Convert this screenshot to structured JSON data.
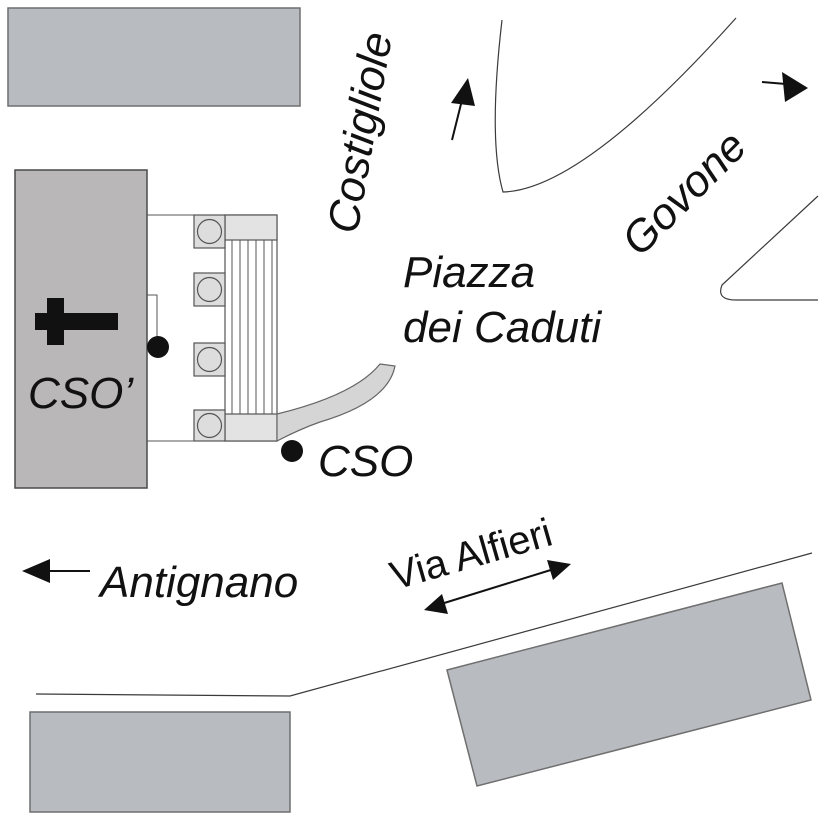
{
  "map": {
    "labels": {
      "costigliole": "Costigliole",
      "govone": "Govone",
      "piazza_line1": "Piazza",
      "piazza_line2": "dei Caduti",
      "cso_prime": "CSO’",
      "cso": "CSO",
      "antignano": "Antignano",
      "via_alfieri": "Via Alfieri"
    },
    "symbols": {
      "church": "cross-icon",
      "station_marker": "filled-dot"
    },
    "colors": {
      "building": "#b8bbc0",
      "church_building": "#b9b7b8",
      "roads": "#3a3a3a",
      "text": "#111111"
    }
  }
}
